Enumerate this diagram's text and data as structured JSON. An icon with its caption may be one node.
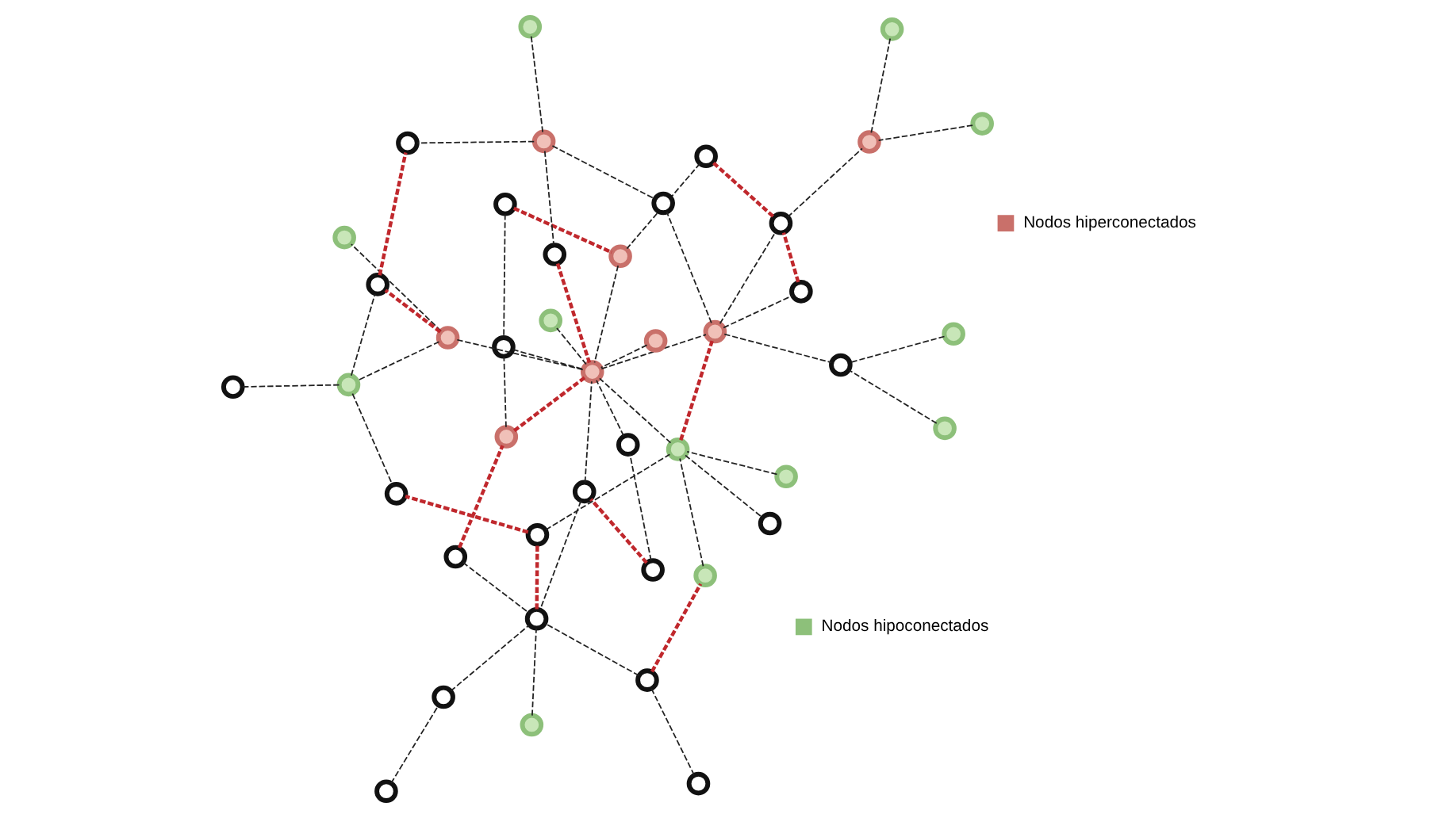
{
  "diagram": {
    "nodes": [
      {
        "text": [],
        "shape": "circle"
      },
      {
        "text": [],
        "shape": "circle"
      },
      {
        "text": [],
        "shape": "circle"
      },
      {
        "text": [],
        "shape": "circle"
      },
      {
        "text": [],
        "shape": "circle"
      },
      {
        "text": [],
        "shape": "circle"
      },
      {
        "text": [],
        "shape": "circle"
      },
      {
        "text": [],
        "shape": "circle"
      },
      {
        "text": [],
        "shape": "circle"
      },
      {
        "text": [],
        "shape": "circle"
      },
      {
        "text": [],
        "shape": "circle"
      },
      {
        "text": [],
        "shape": "circle"
      },
      {
        "text": [],
        "shape": "circle"
      },
      {
        "text": [],
        "shape": "circle"
      },
      {
        "text": [],
        "shape": "circle"
      },
      {
        "text": [],
        "shape": "circle"
      },
      {
        "text": [],
        "shape": "circle"
      },
      {
        "text": [],
        "shape": "circle"
      },
      {
        "text": [],
        "shape": "circle"
      },
      {
        "text": [],
        "shape": "circle"
      },
      {
        "text": [],
        "shape": "circle"
      },
      {
        "text": [],
        "shape": "circle"
      },
      {
        "text": [],
        "shape": "circle"
      },
      {
        "text": [],
        "shape": "circle"
      },
      {
        "text": [],
        "shape": "circle"
      },
      {
        "text": [],
        "shape": "circle"
      },
      {
        "text": [],
        "shape": "circle"
      },
      {
        "text": [],
        "shape": "circle"
      },
      {
        "text": [],
        "shape": "circle"
      },
      {
        "text": [],
        "shape": "circle"
      },
      {
        "text": [],
        "shape": "circle"
      },
      {
        "text": [],
        "shape": "circle"
      },
      {
        "text": [],
        "shape": "circle"
      },
      {
        "text": [],
        "shape": "circle"
      },
      {
        "text": [],
        "shape": "circle"
      },
      {
        "text": [],
        "shape": "circle"
      },
      {
        "text": [],
        "shape": "circle"
      },
      {
        "text": [],
        "shape": "circle"
      },
      {
        "text": [],
        "shape": "circle"
      },
      {
        "text": [],
        "shape": "circle"
      },
      {
        "text": [],
        "shape": "circle"
      },
      {
        "text": [],
        "shape": "circle"
      },
      {
        "text": [],
        "shape": "circle"
      }
    ],
    "edges": [
      {
        "from": 15,
        "to": 5,
        "arrow": "none",
        "style": "dashed",
        "color": "#c0282d"
      },
      {
        "from": 5,
        "to": 18,
        "arrow": "none",
        "style": "dashed",
        "color": "#c0282d"
      },
      {
        "from": 4,
        "to": 17,
        "arrow": "none",
        "style": "dashed",
        "color": "#c0282d"
      },
      {
        "from": 0,
        "to": 11,
        "arrow": "none",
        "style": "dashed",
        "color": "#c0282d"
      },
      {
        "from": 1,
        "to": 30,
        "arrow": "none",
        "style": "dashed",
        "color": "#c0282d"
      },
      {
        "from": 3,
        "to": 18,
        "arrow": "none",
        "style": "dashed",
        "color": "#c0282d"
      },
      {
        "from": 27,
        "to": 20,
        "arrow": "none",
        "style": "dashed",
        "color": "#c0282d"
      },
      {
        "from": 25,
        "to": 35,
        "arrow": "none",
        "style": "dashed",
        "color": "#c0282d"
      },
      {
        "from": 24,
        "to": 34,
        "arrow": "none",
        "style": "dashed",
        "color": "#c0282d"
      },
      {
        "from": 35,
        "to": 42,
        "arrow": "none",
        "style": "dashed",
        "color": "#c0282d"
      },
      {
        "from": 28,
        "to": 39,
        "arrow": "none",
        "style": "dashed",
        "color": "#c0282d"
      },
      {
        "from": 29,
        "to": 30,
        "arrow": "none",
        "style": "dashed",
        "color": "#c0282d"
      },
      {
        "from": 39,
        "to": 14,
        "arrow": "none",
        "style": "dashed",
        "color": "#c0282d"
      },
      {
        "from": 0,
        "to": 10,
        "arrow": "none",
        "style": "dashed"
      },
      {
        "from": 10,
        "to": 18,
        "arrow": "none",
        "style": "dashed"
      },
      {
        "from": 5,
        "to": 10,
        "arrow": "none",
        "style": "dashed"
      },
      {
        "from": 4,
        "to": 9,
        "arrow": "none",
        "style": "dashed"
      },
      {
        "from": 8,
        "to": 16,
        "arrow": "none",
        "style": "dashed"
      },
      {
        "from": 9,
        "to": 18,
        "arrow": "none",
        "style": "dashed"
      },
      {
        "from": 16,
        "to": 25,
        "arrow": "none",
        "style": "dashed"
      },
      {
        "from": 17,
        "to": 18,
        "arrow": "none",
        "style": "dashed"
      },
      {
        "from": 15,
        "to": 25,
        "arrow": "none",
        "style": "dashed"
      },
      {
        "from": 17,
        "to": 25,
        "arrow": "none",
        "style": "dashed"
      },
      {
        "from": 23,
        "to": 25,
        "arrow": "none",
        "style": "dashed"
      },
      {
        "from": 24,
        "to": 25,
        "arrow": "none",
        "style": "dashed"
      },
      {
        "from": 24,
        "to": 32,
        "arrow": "none",
        "style": "dashed"
      },
      {
        "from": 26,
        "to": 18,
        "arrow": "none",
        "style": "dashed"
      },
      {
        "from": 27,
        "to": 18,
        "arrow": "none",
        "style": "dashed"
      },
      {
        "from": 33,
        "to": 27,
        "arrow": "none",
        "style": "dashed"
      },
      {
        "from": 34,
        "to": 27,
        "arrow": "none",
        "style": "dashed"
      },
      {
        "from": 35,
        "to": 27,
        "arrow": "none",
        "style": "dashed"
      },
      {
        "from": 27,
        "to": 36,
        "arrow": "none",
        "style": "dashed"
      },
      {
        "from": 18,
        "to": 20,
        "arrow": "none",
        "style": "dashed"
      },
      {
        "from": 11,
        "to": 18,
        "arrow": "none",
        "style": "dashed"
      },
      {
        "from": 18,
        "to": 19,
        "arrow": "none",
        "style": "dashed"
      },
      {
        "from": 6,
        "to": 12,
        "arrow": "none",
        "style": "dashed"
      },
      {
        "from": 2,
        "to": 12,
        "arrow": "none",
        "style": "dashed"
      },
      {
        "from": 1,
        "to": 11,
        "arrow": "none",
        "style": "dashed"
      },
      {
        "from": 20,
        "to": 12,
        "arrow": "none",
        "style": "dashed"
      },
      {
        "from": 20,
        "to": 21,
        "arrow": "none",
        "style": "dashed"
      },
      {
        "from": 13,
        "to": 21,
        "arrow": "none",
        "style": "dashed"
      },
      {
        "from": 13,
        "to": 7,
        "arrow": "none",
        "style": "dashed"
      },
      {
        "from": 13,
        "to": 14,
        "arrow": "none",
        "style": "dashed"
      },
      {
        "from": 13,
        "to": 3,
        "arrow": "none",
        "style": "dashed"
      },
      {
        "from": 20,
        "to": 30,
        "arrow": "none",
        "style": "dashed"
      },
      {
        "from": 20,
        "to": 29,
        "arrow": "none",
        "style": "dashed"
      },
      {
        "from": 30,
        "to": 31,
        "arrow": "none",
        "style": "dashed"
      },
      {
        "from": 22,
        "to": 31,
        "arrow": "none",
        "style": "dashed"
      },
      {
        "from": 31,
        "to": 41,
        "arrow": "none",
        "style": "dashed"
      },
      {
        "from": 18,
        "to": 28,
        "arrow": "none",
        "style": "dashed"
      },
      {
        "from": 28,
        "to": 38,
        "arrow": "none",
        "style": "dashed"
      },
      {
        "from": 28,
        "to": 37,
        "arrow": "none",
        "style": "dashed"
      },
      {
        "from": 38,
        "to": 39,
        "arrow": "none",
        "style": "dashed"
      },
      {
        "from": 38,
        "to": 40,
        "arrow": "none",
        "style": "dashed"
      },
      {
        "from": 38,
        "to": 42,
        "arrow": "none",
        "style": "dashed"
      }
    ],
    "legend": [
      {
        "text": "Nodos hipoconectados",
        "color": "#8dc07a"
      },
      {
        "text": "Nodos hiperconectados",
        "color": "#c9706a"
      }
    ]
  }
}
